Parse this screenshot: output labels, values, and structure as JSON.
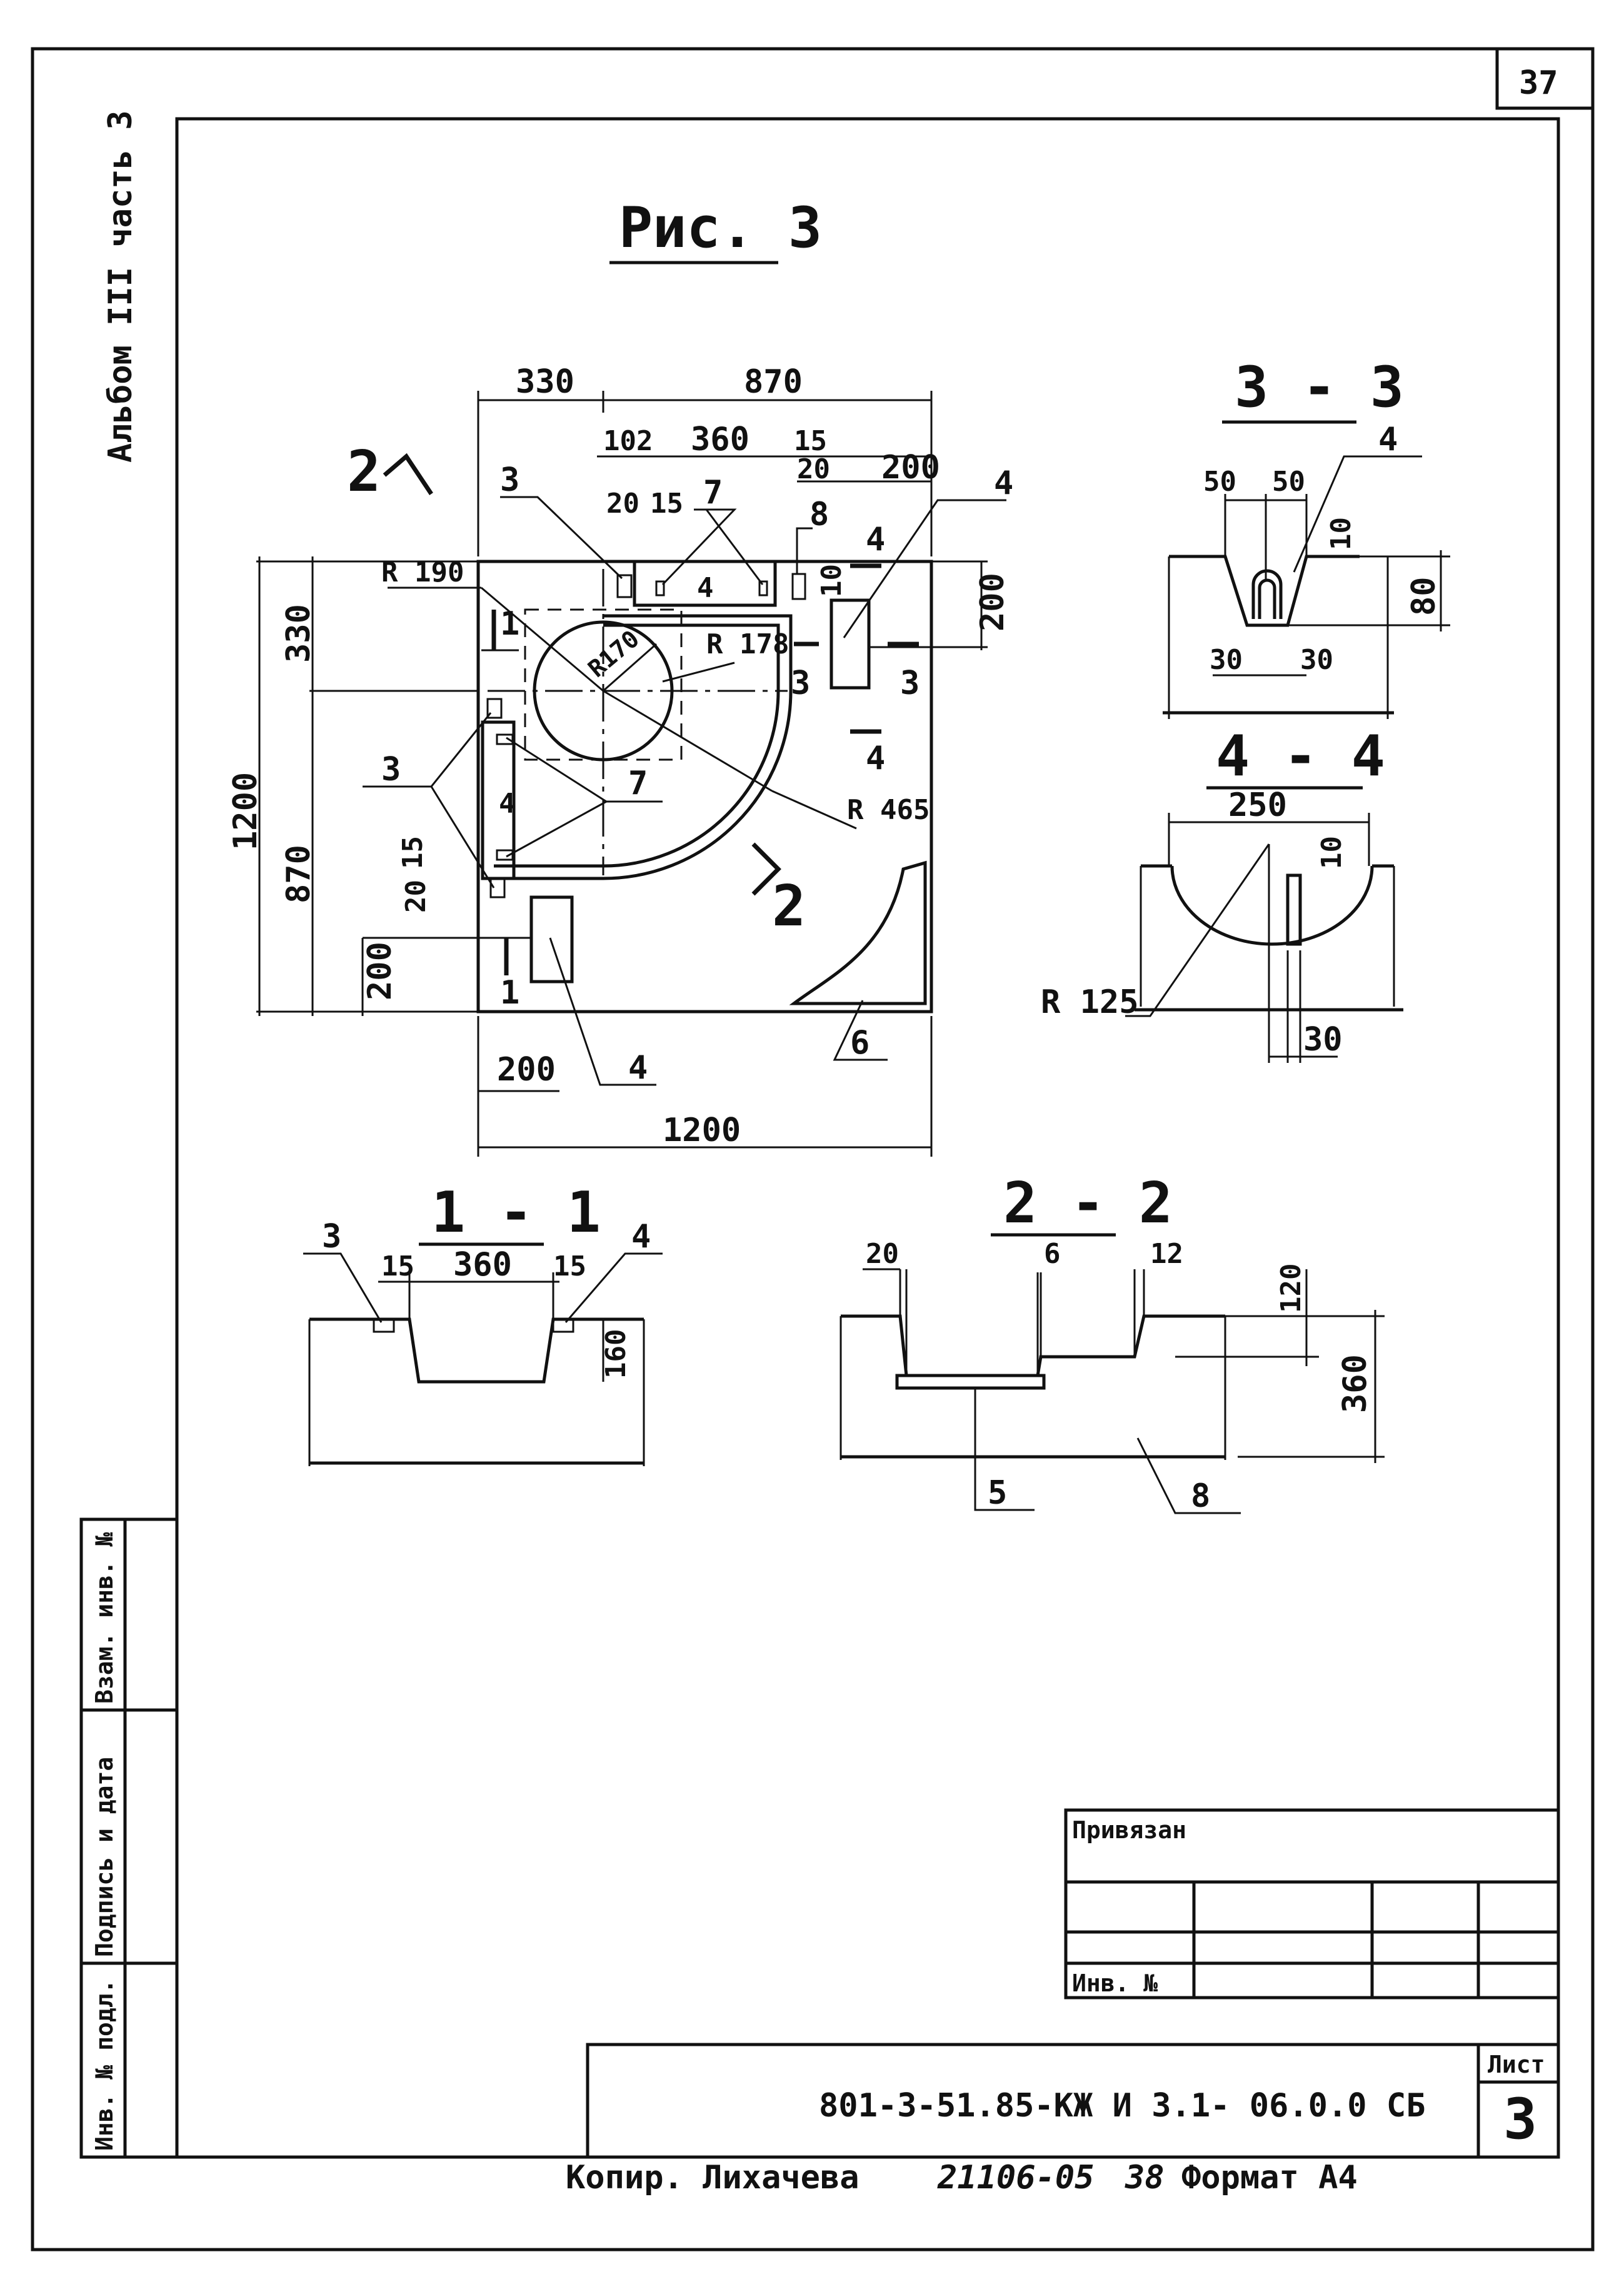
{
  "sheet": {
    "page_number": "37",
    "album_label": "Альбом III часть 3",
    "figure_title": "Рис. 3"
  },
  "plan": {
    "dims": {
      "top_330": "330",
      "top_870": "870",
      "d102": "102",
      "d360": "360",
      "d15a": "15",
      "d20a": "20",
      "d200a": "200",
      "d20b": "20",
      "d15b": "15",
      "d4a": "4",
      "d10a": "10",
      "d200_right": "200",
      "left_330": "330",
      "left_1200": "1200",
      "left_870": "870",
      "left_15": "15",
      "left_20": "20",
      "left_200": "200",
      "d4b": "4",
      "bottom_200": "200",
      "bottom_1200": "1200"
    },
    "radii": {
      "r190": "R 190",
      "r170": "R170",
      "r178": "R 178",
      "r465": "R 465"
    },
    "callouts": {
      "c3_top": "3",
      "c7_top": "7",
      "c8": "8",
      "c4_top": "4",
      "c3_left": "3",
      "c7_left": "7",
      "c4_bottom": "4",
      "c6": "6"
    },
    "cut_marks": {
      "c1_top": "1",
      "c1_bottom": "1",
      "c2_top": "2",
      "c2_bottom": "2",
      "c3_left": "3",
      "c3_right": "3",
      "c4_top": "4",
      "c4_bottom": "4"
    }
  },
  "section_3_3": {
    "title": "3 - 3",
    "dims": {
      "d50a": "50",
      "d50b": "50",
      "d10": "10",
      "d80": "80",
      "d30a": "30",
      "d30b": "30"
    },
    "callout": "4"
  },
  "section_4_4": {
    "title": "4 - 4",
    "dims": {
      "d250": "250",
      "d10": "10",
      "d30": "30"
    },
    "radius": "R 125"
  },
  "section_1_1": {
    "title": "1 - 1",
    "dims": {
      "d15a": "15",
      "d360": "360",
      "d15b": "15",
      "d160": "160"
    },
    "callouts": {
      "c3": "3",
      "c4": "4"
    }
  },
  "section_2_2": {
    "title": "2 - 2",
    "dims": {
      "d20": "20",
      "d6": "6",
      "d12": "12",
      "d120": "120",
      "d360": "360"
    },
    "callouts": {
      "c5": "5",
      "c8": "8"
    }
  },
  "stamp": {
    "privyazan": "Привязан",
    "inv_no": "Инв. №",
    "doc_code": "801-3-51.85-КЖ И 3.1- 06.0.0 СБ",
    "sheet_label": "Лист",
    "sheet_no": "3"
  },
  "side_stamp": {
    "vzam_inv": "Взам. инв. №",
    "podpis_data": "Подпись и дата",
    "inv_podl": "Инв. № подл."
  },
  "footer": {
    "copied_by": "Копир. Лихачева",
    "order_no": "21106-05",
    "sheet_ref": "38",
    "format": "Формат А4"
  }
}
